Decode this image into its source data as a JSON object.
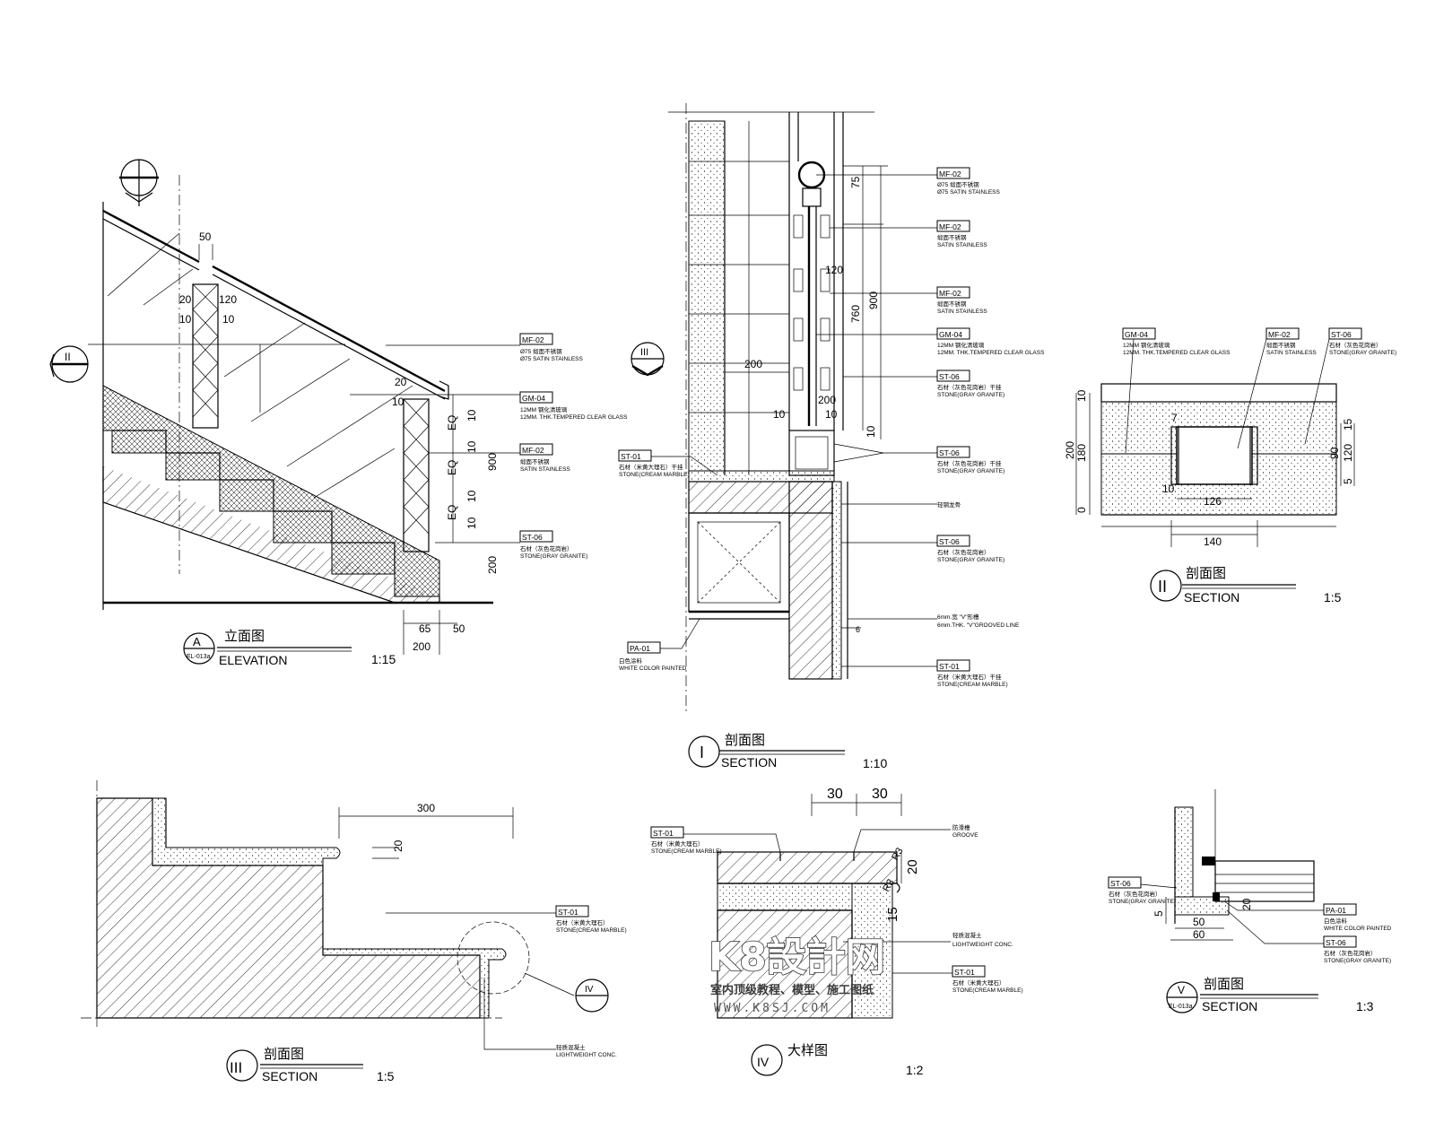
{
  "drawings": {
    "A": {
      "tag": "A",
      "ref": "EL-013a",
      "title_cn": "立面图",
      "title_en": "ELEVATION",
      "scale": "1:15",
      "section_marker": "II",
      "callouts": [
        {
          "code": "MF-02",
          "line1": "Ø75 缎面不锈钢",
          "line2": "Ø75 SATIN STAINLESS"
        },
        {
          "code": "GM-04",
          "line1": "12MM 钢化清玻璃",
          "line2": "12MM. THK.TEMPERED CLEAR GLASS"
        },
        {
          "code": "MF-02",
          "line1": "缎面不锈钢",
          "line2": "SATIN STAINLESS"
        },
        {
          "code": "ST-06",
          "line1": "石材（灰色花岗岩）",
          "line2": "STONE(GRAY GRANITE)"
        }
      ],
      "dims": [
        "50",
        "20",
        "120",
        "10",
        "10",
        "20",
        "10",
        "900",
        "200",
        "65",
        "50",
        "200",
        "EQ",
        "10"
      ]
    },
    "I": {
      "tag": "I",
      "title_cn": "剖面图",
      "title_en": "SECTION",
      "scale": "1:10",
      "section_marker": "III",
      "callouts": [
        {
          "code": "MF-02",
          "line1": "Ø75 缎面不锈钢",
          "line2": "Ø75 SATIN STAINLESS"
        },
        {
          "code": "MF-02",
          "line1": "缎面不锈钢",
          "line2": "SATIN STAINLESS"
        },
        {
          "code": "MF-02",
          "line1": "缎面不锈钢",
          "line2": "SATIN STAINLESS"
        },
        {
          "code": "GM-04",
          "line1": "12MM 钢化清玻璃",
          "line2": "12MM. THK.TEMPERED CLEAR GLASS"
        },
        {
          "code": "ST-06",
          "line1": "石材（灰色花岗岩）干挂",
          "line2": "STONE(GRAY GRANITE)"
        },
        {
          "code": "ST-06",
          "line1": "石材（灰色花岗岩）干挂",
          "line2": "STONE(GRAY GRANITE)"
        },
        {
          "code": "",
          "line1": "轻钢龙骨",
          "line2": ""
        },
        {
          "code": "ST-06",
          "line1": "石材（灰色花岗岩）",
          "line2": "STONE(GRAY GRANITE)"
        },
        {
          "code": "",
          "line1": "6mm.宽 \"V\"形槽",
          "line2": "6mm.THK. \"V\"GROOVED LINE"
        },
        {
          "code": "ST-01",
          "line1": "石材（米黄大理石）干挂",
          "line2": "STONE(CREAM MARBLE)"
        },
        {
          "code": "ST-01",
          "line1": "石材（米黄大理石）干挂",
          "line2": "STONE(CREAM MARBLE)"
        },
        {
          "code": "PA-01",
          "line1": "白色涂料",
          "line2": "WHITE COLOR PAINTED"
        }
      ],
      "dims": [
        "75",
        "120",
        "900",
        "760",
        "200",
        "200",
        "10",
        "10",
        "10",
        "6"
      ]
    },
    "II": {
      "tag": "II",
      "title_cn": "剖面图",
      "title_en": "SECTION",
      "scale": "1:5",
      "callouts": [
        {
          "code": "GM-04",
          "line1": "12MM 钢化清玻璃",
          "line2": "12MM. THK.TEMPERED CLEAR GLASS"
        },
        {
          "code": "MF-02",
          "line1": "缎面不锈钢",
          "line2": "SATIN STAINLESS"
        },
        {
          "code": "ST-06",
          "line1": "石材（灰色花岗岩）",
          "line2": "STONE(GRAY GRANITE)"
        }
      ],
      "dims": [
        "200",
        "180",
        "10",
        "0",
        "7",
        "10",
        "126",
        "140",
        "15",
        "90",
        "120",
        "5"
      ]
    },
    "III": {
      "tag": "III",
      "title_cn": "剖面图",
      "title_en": "SECTION",
      "scale": "1:5",
      "section_marker": "IV",
      "callouts": [
        {
          "code": "ST-01",
          "line1": "石材（米黄大理石）",
          "line2": "STONE(CREAM MARBLE)"
        },
        {
          "code": "",
          "line1": "轻质混凝土",
          "line2": "LIGHTWEIGHT CONC."
        }
      ],
      "dims": [
        "300",
        "20"
      ]
    },
    "IV": {
      "tag": "IV",
      "title_cn": "大样图",
      "scale": "1:2",
      "callouts": [
        {
          "code": "ST-01",
          "line1": "石材（米黄大理石）",
          "line2": "STONE(CREAM MARBLE)"
        },
        {
          "code": "",
          "line1": "防滑槽",
          "line2": "GROOVE"
        },
        {
          "code": "",
          "line1": "轻质混凝土",
          "line2": "LIGHTWEIGHT CONC."
        },
        {
          "code": "ST-01",
          "line1": "石材（米黄大理石）",
          "line2": "STONE(CREAM MARBLE)"
        }
      ],
      "dims": [
        "30",
        "30",
        "20",
        "15",
        "R3",
        "R3"
      ]
    },
    "V": {
      "tag": "V",
      "ref": "EL-013a",
      "title_cn": "剖面图",
      "title_en": "SECTION",
      "scale": "1:3",
      "callouts": [
        {
          "code": "ST-06",
          "line1": "石材（灰色花岗岩）",
          "line2": "STONE(GRAY GRANITE)"
        },
        {
          "code": "PA-01",
          "line1": "白色涂料",
          "line2": "WHITE COLOR PAINTED"
        },
        {
          "code": "ST-06",
          "line1": "石材（灰色花岗岩）",
          "line2": "STONE(GRAY GRANITE)"
        }
      ],
      "dims": [
        "5",
        "50",
        "60",
        "20"
      ]
    }
  },
  "watermark": {
    "logo": "K8設計网",
    "tagline": "室内顶级教程、模型、施工图纸",
    "url": "WWW.K8SJ.COM"
  }
}
